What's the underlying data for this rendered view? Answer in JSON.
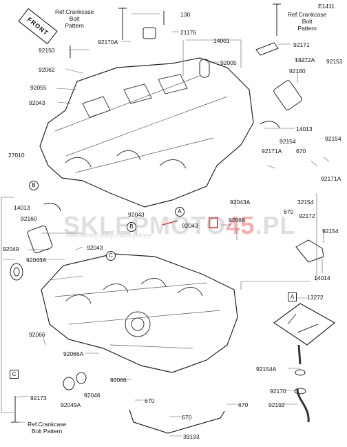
{
  "diagram_code": "E1411",
  "front_label": "FRONT",
  "watermark": {
    "part1": "SKLEP",
    "part2": "MOTO",
    "part3": "45",
    "part4": ".PL"
  },
  "tagline": "internetowy sklep motocyklowy",
  "refs": {
    "top_left": "Ref.Crankcase\nBolt\nPattern",
    "top_right": "Ref.Crankcase\nBolt\nPattern",
    "bottom_left": "Ref.Crankcase\nBolt Pattern"
  },
  "markers": {
    "a": "A",
    "b": "B",
    "c": "C"
  },
  "parts": {
    "p130": "130",
    "p21176": "21176",
    "p92170A": "92170A",
    "p14001": "14001",
    "p92150": "92150",
    "p92171": "92171",
    "p13272A": "13272A",
    "p92153": "92153",
    "p92005": "92005",
    "p92062": "92062",
    "p92160a": "92160",
    "p92055": "92055",
    "p92043a": "92043",
    "p14013a": "14013",
    "p27010": "27010",
    "p92154a": "92154",
    "p92171Aa": "92171A",
    "p670a": "670",
    "p92154b": "92154",
    "p92171Ab": "92171A",
    "p92043Aa": "92043A",
    "p14013b": "14013",
    "p670b": "670",
    "p32154": "32154",
    "p92160b": "92160",
    "p92043b": "92043",
    "p92043c": "92043",
    "p92066a": "92066",
    "p92172": "92172",
    "p92049": "92049",
    "p92043d": "92043",
    "p92043Ab": "92043A",
    "p92154c": "92154",
    "p14014": "14014",
    "p13272": "13272",
    "p92066b": "92066",
    "p92066A": "92066A",
    "p92154A": "92154A",
    "p92066c": "92066",
    "p92173": "92173",
    "p92049A": "92049A",
    "p92046": "92046",
    "p92170": "92170",
    "p670c": "670",
    "p670d": "670",
    "p92192": "92192",
    "p670e": "670",
    "p39193": "39193"
  }
}
